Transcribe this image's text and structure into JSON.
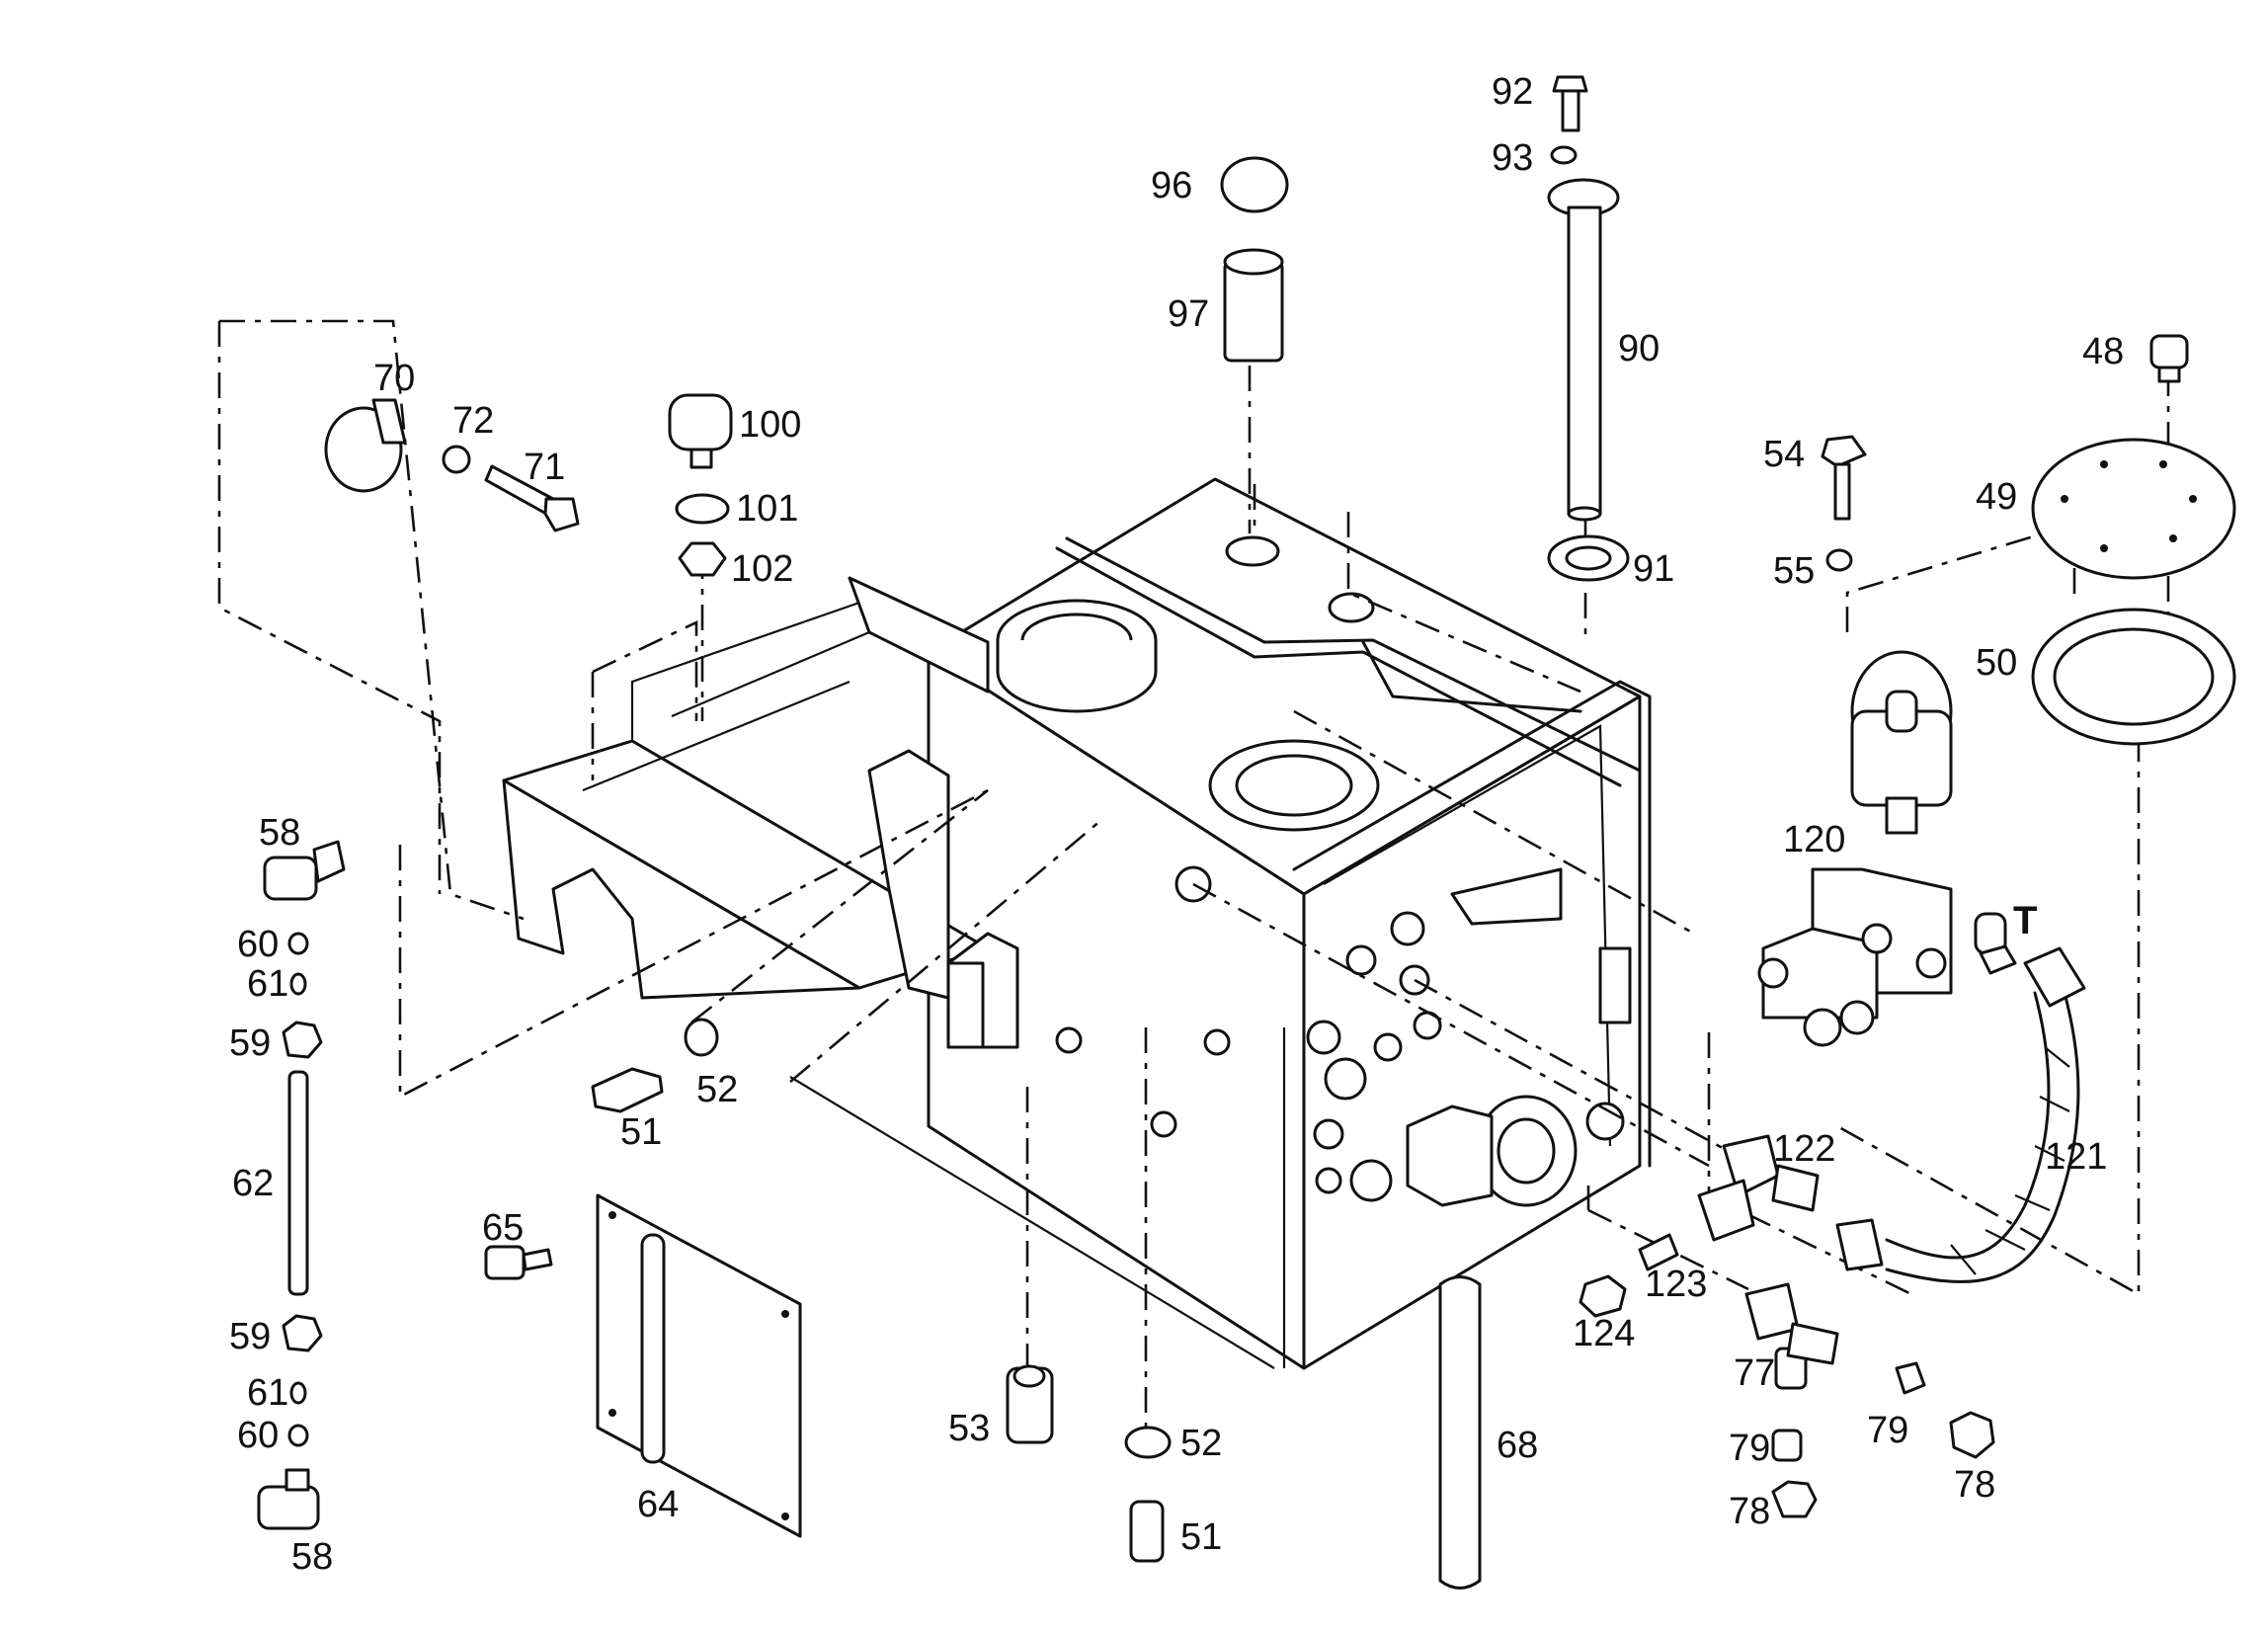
{
  "callouts": [
    {
      "id": "c92",
      "text": "92"
    },
    {
      "id": "c93",
      "text": "93"
    },
    {
      "id": "c96",
      "text": "96"
    },
    {
      "id": "c97",
      "text": "97"
    },
    {
      "id": "c90",
      "text": "90"
    },
    {
      "id": "c48",
      "text": "48"
    },
    {
      "id": "c70",
      "text": "70"
    },
    {
      "id": "c72",
      "text": "72"
    },
    {
      "id": "c71",
      "text": "71"
    },
    {
      "id": "c100",
      "text": "100"
    },
    {
      "id": "c101",
      "text": "101"
    },
    {
      "id": "c102",
      "text": "102"
    },
    {
      "id": "c54",
      "text": "54"
    },
    {
      "id": "c49",
      "text": "49"
    },
    {
      "id": "c91",
      "text": "91"
    },
    {
      "id": "c55",
      "text": "55"
    },
    {
      "id": "c50",
      "text": "50"
    },
    {
      "id": "c120",
      "text": "120"
    },
    {
      "id": "cT",
      "text": "T"
    },
    {
      "id": "c58a",
      "text": "58"
    },
    {
      "id": "c60a",
      "text": "60"
    },
    {
      "id": "c61a",
      "text": "61"
    },
    {
      "id": "c59a",
      "text": "59"
    },
    {
      "id": "c62",
      "text": "62"
    },
    {
      "id": "c59b",
      "text": "59"
    },
    {
      "id": "c61b",
      "text": "61"
    },
    {
      "id": "c60b",
      "text": "60"
    },
    {
      "id": "c58b",
      "text": "58"
    },
    {
      "id": "c51a",
      "text": "51"
    },
    {
      "id": "c52a",
      "text": "52"
    },
    {
      "id": "c65",
      "text": "65"
    },
    {
      "id": "c64",
      "text": "64"
    },
    {
      "id": "c53",
      "text": "53"
    },
    {
      "id": "c52b",
      "text": "52"
    },
    {
      "id": "c51b",
      "text": "51"
    },
    {
      "id": "c68",
      "text": "68"
    },
    {
      "id": "c122",
      "text": "122"
    },
    {
      "id": "c121",
      "text": "121"
    },
    {
      "id": "c123",
      "text": "123"
    },
    {
      "id": "c124",
      "text": "124"
    },
    {
      "id": "c77",
      "text": "77"
    },
    {
      "id": "c79a",
      "text": "79"
    },
    {
      "id": "c79b",
      "text": "79"
    },
    {
      "id": "c78a",
      "text": "78"
    },
    {
      "id": "c78b",
      "text": "78"
    }
  ]
}
